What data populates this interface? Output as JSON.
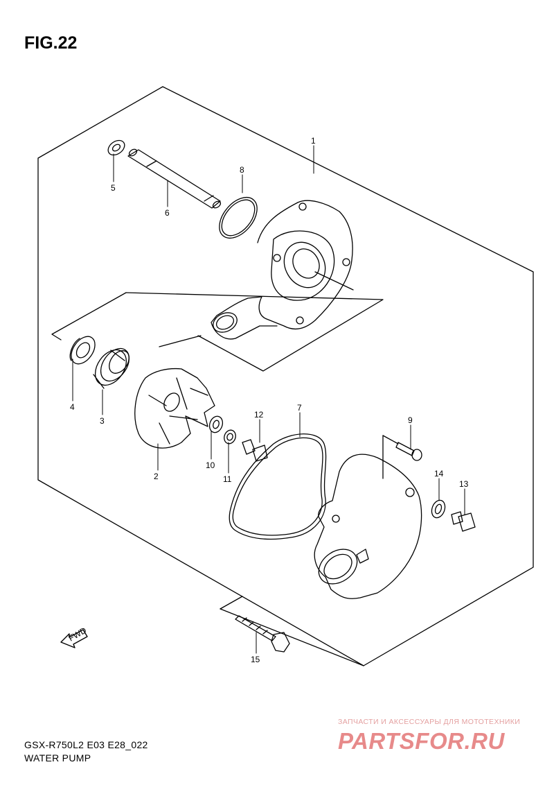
{
  "figure": {
    "title": "FIG.22"
  },
  "footer": {
    "model": "GSX-R750L2 E03 E28_022",
    "section": "WATER PUMP"
  },
  "direction_marker": {
    "label": "FWD"
  },
  "callouts": [
    "1",
    "2",
    "3",
    "4",
    "5",
    "6",
    "7",
    "8",
    "9",
    "10",
    "11",
    "12",
    "13",
    "14",
    "15"
  ],
  "watermark": {
    "line": "ЗАПЧАСТИ И АКСЕССУАРЫ ДЛЯ МОТОТЕХНИКИ",
    "logo": "PARTSFOR.RU"
  }
}
